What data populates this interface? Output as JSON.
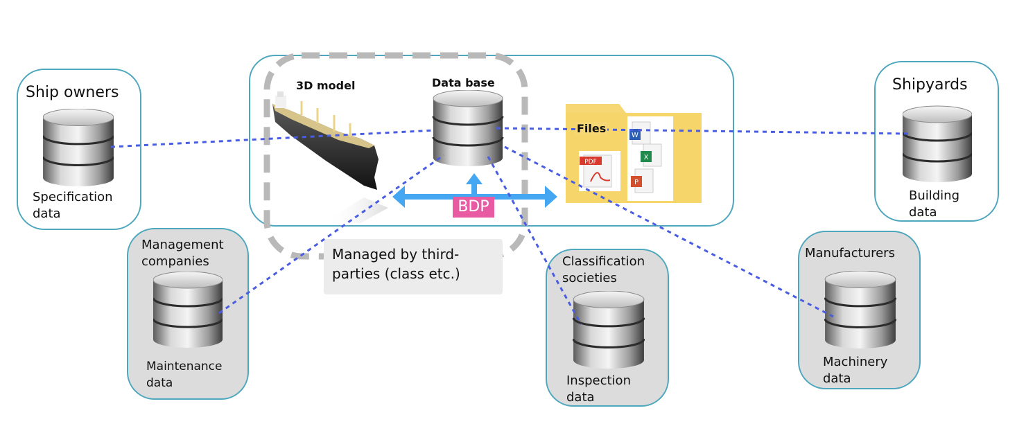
{
  "center": {
    "model_label": "3D model",
    "database_label": "Data base",
    "files_label": "Files",
    "bdp_label": "BDP",
    "managed_note": "Managed by third-parties (class etc.)"
  },
  "stakeholders": [
    {
      "title": "Ship owners",
      "data_label": "Specification data"
    },
    {
      "title": "Management companies",
      "data_label": "Maintenance data"
    },
    {
      "title": "Classification societies",
      "data_label": "Inspection data"
    },
    {
      "title": "Manufacturers",
      "data_label": "Machinery data"
    },
    {
      "title": "Shipyards",
      "data_label": "Building data"
    }
  ],
  "icons": {
    "ship": "ship-3d-model-icon",
    "folder": "folder-icon",
    "pdf": "pdf-file-icon",
    "word": "word-file-icon",
    "excel": "excel-file-icon",
    "powerpoint": "powerpoint-file-icon",
    "database": "database-icon"
  },
  "colors": {
    "box_border": "#4fa7bd",
    "dotted_link": "#4a5ce0",
    "bdp_arrow": "#45a6f2",
    "bdp_badge": "#e85ba3",
    "folder": "#f7d774",
    "gray_box": "#dcdcdc",
    "dashed_region": "#b9b9b9"
  }
}
